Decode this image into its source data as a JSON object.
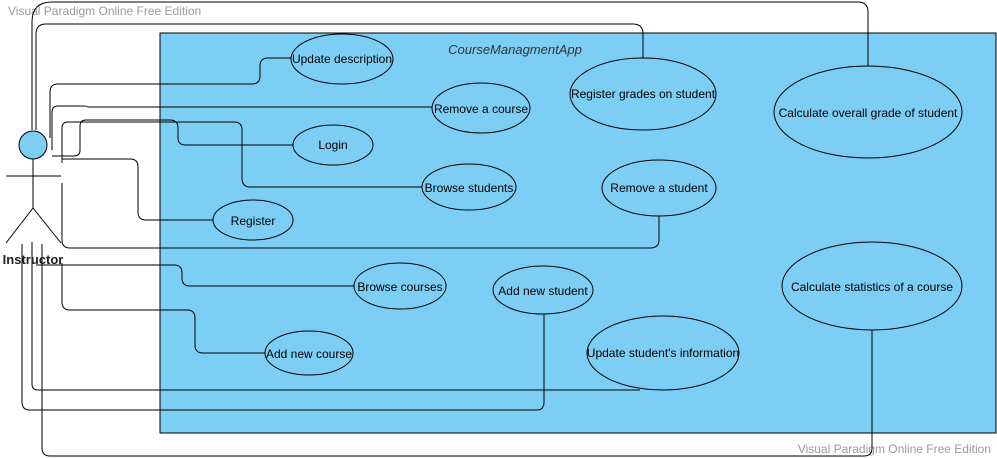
{
  "watermark_top": "Visual Paradigm Online Free Edition",
  "watermark_bottom": "Visual Paradigm Online Free Edition",
  "system": {
    "name": "CourseManagmentApp",
    "fill": "#7DCEF4"
  },
  "actor": {
    "name": "Instructor",
    "fill": "#7DCEF4"
  },
  "use_cases": [
    {
      "id": "update-description",
      "label": "Update description"
    },
    {
      "id": "remove-a-course",
      "label": "Remove a course"
    },
    {
      "id": "login",
      "label": "Login"
    },
    {
      "id": "browse-students",
      "label": "Browse students"
    },
    {
      "id": "register",
      "label": "Register"
    },
    {
      "id": "register-grades",
      "label": "Register grades on student"
    },
    {
      "id": "calculate-overall-grade",
      "label": "Calculate overall grade of  student"
    },
    {
      "id": "remove-a-student",
      "label": "Remove a student"
    },
    {
      "id": "browse-courses",
      "label": "Browse courses"
    },
    {
      "id": "add-new-student",
      "label": "Add new student"
    },
    {
      "id": "calculate-statistics",
      "label": "Calculate statistics of a course"
    },
    {
      "id": "add-new-course",
      "label": "Add new course"
    },
    {
      "id": "update-student-info",
      "label": "Update student's information"
    }
  ],
  "colors": {
    "line": "#000000",
    "ellipse_fill": "#7DCEF4",
    "watermark": "#999999"
  }
}
